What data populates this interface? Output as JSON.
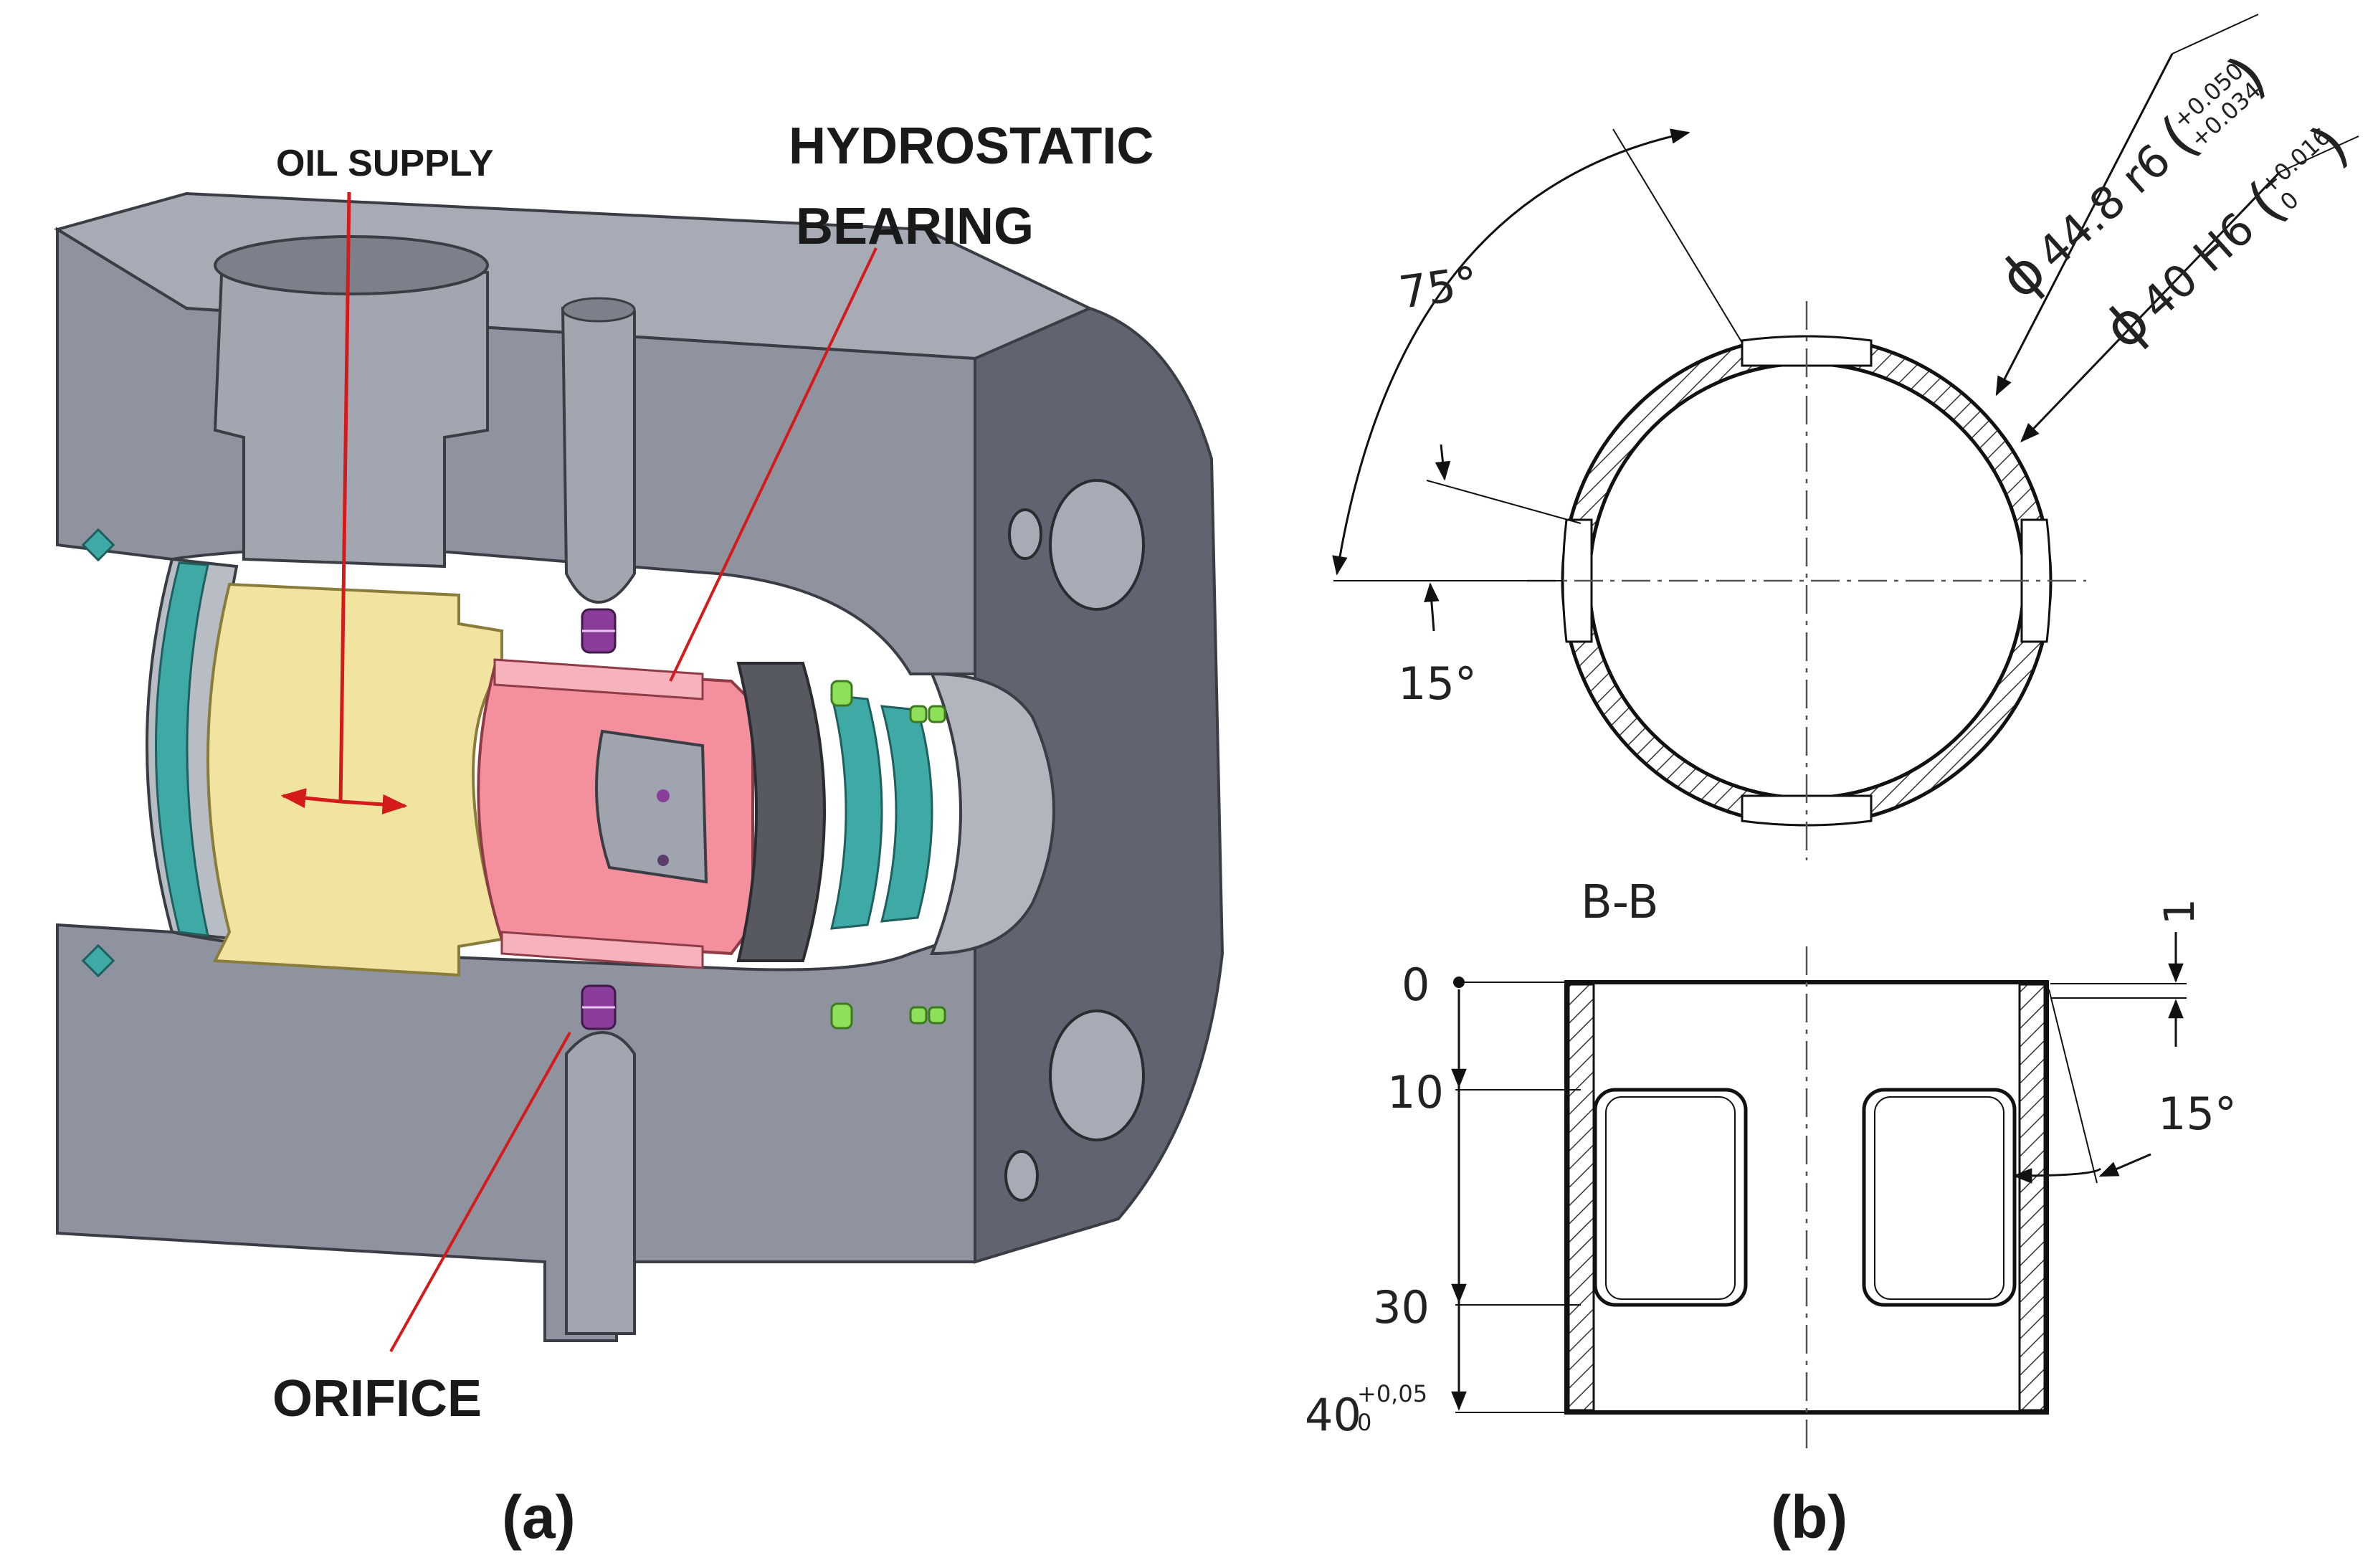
{
  "panel_a": {
    "caption": "(a)",
    "labels": {
      "oil_supply": "OIL SUPPLY",
      "hydrostatic_line1": "HYDROSTATIC",
      "hydrostatic_line2": "BEARING",
      "orifice": "ORIFICE"
    },
    "colors": {
      "housing": "#8e939f",
      "housing_dark": "#5f6470",
      "bushing": "#f1e3a0",
      "bearing": "#f4909e",
      "seal": "#3fa9a6",
      "oring": "#8ee05a",
      "orifice": "#8a3d9a",
      "leader": "#d41a1a"
    }
  },
  "panel_b": {
    "caption": "(b)",
    "top_view": {
      "angle_75": "75°",
      "angle_15": "15°",
      "dia_outer_symbol": "ϕ",
      "dia_outer_value": "44.8 r6",
      "dia_outer_tol_upper": "+0.050",
      "dia_outer_tol_lower": "+0.034",
      "dia_inner_symbol": "ϕ",
      "dia_inner_value": "40 H6",
      "dia_inner_tol_upper": "+0.016",
      "dia_inner_tol_lower": "0"
    },
    "section_view": {
      "title": "B-B",
      "dim_0": "0",
      "dim_10": "10",
      "dim_30": "30",
      "dim_40": "40",
      "dim_40_tol_upper": "+0,05",
      "dim_40_tol_lower": "0",
      "dim_1": "1",
      "angle_15": "15°"
    }
  }
}
